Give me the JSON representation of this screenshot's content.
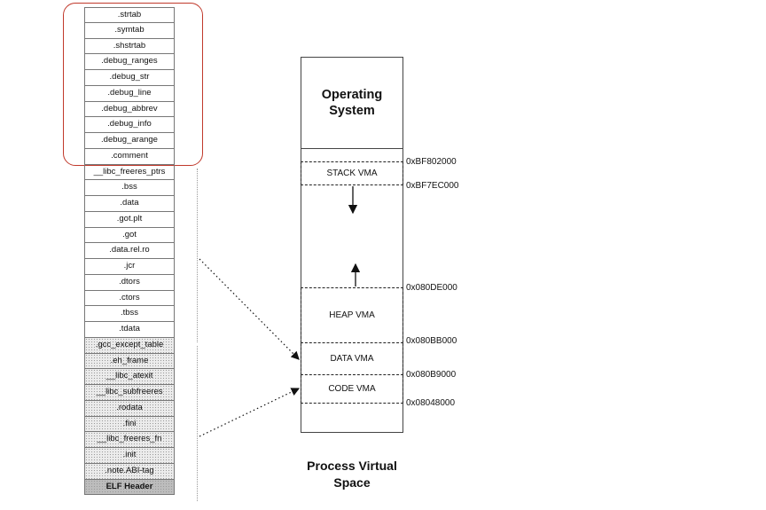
{
  "elf_sections": [
    ".strtab",
    ".symtab",
    ".shstrtab",
    ".debug_ranges",
    ".debug_str",
    ".debug_line",
    ".debug_abbrev",
    ".debug_info",
    ".debug_arange",
    ".comment",
    "__libc_freeres_ptrs",
    ".bss",
    ".data",
    ".got.plt",
    ".got",
    ".data.rel.ro",
    ".jcr",
    ".dtors",
    ".ctors",
    ".tbss",
    ".tdata",
    ".gcc_except_table",
    ".eh_frame",
    "__libc_atexit",
    "__libc_subfreeres",
    ".rodata",
    ".fini",
    "__libc_freeres_fn",
    ".init",
    ".note.ABI-tag",
    "ELF Header"
  ],
  "virtual_space": {
    "os_label_line1": "Operating",
    "os_label_line2": "System",
    "stack_vma": "STACK VMA",
    "heap_vma": "HEAP VMA",
    "data_vma": "DATA VMA",
    "code_vma": "CODE VMA",
    "caption_line1": "Process Virtual",
    "caption_line2": "Space"
  },
  "addresses": {
    "stack_top": "0xBF802000",
    "stack_bottom": "0xBF7EC000",
    "heap_top": "0x080DE000",
    "data_top": "0x080BB000",
    "code_top": "0x080B9000",
    "code_bottom": "0x08048000"
  },
  "colors": {
    "highlight": "#c0392b",
    "shaded_section": "#ececec",
    "elf_header": "#bdbdbd"
  }
}
